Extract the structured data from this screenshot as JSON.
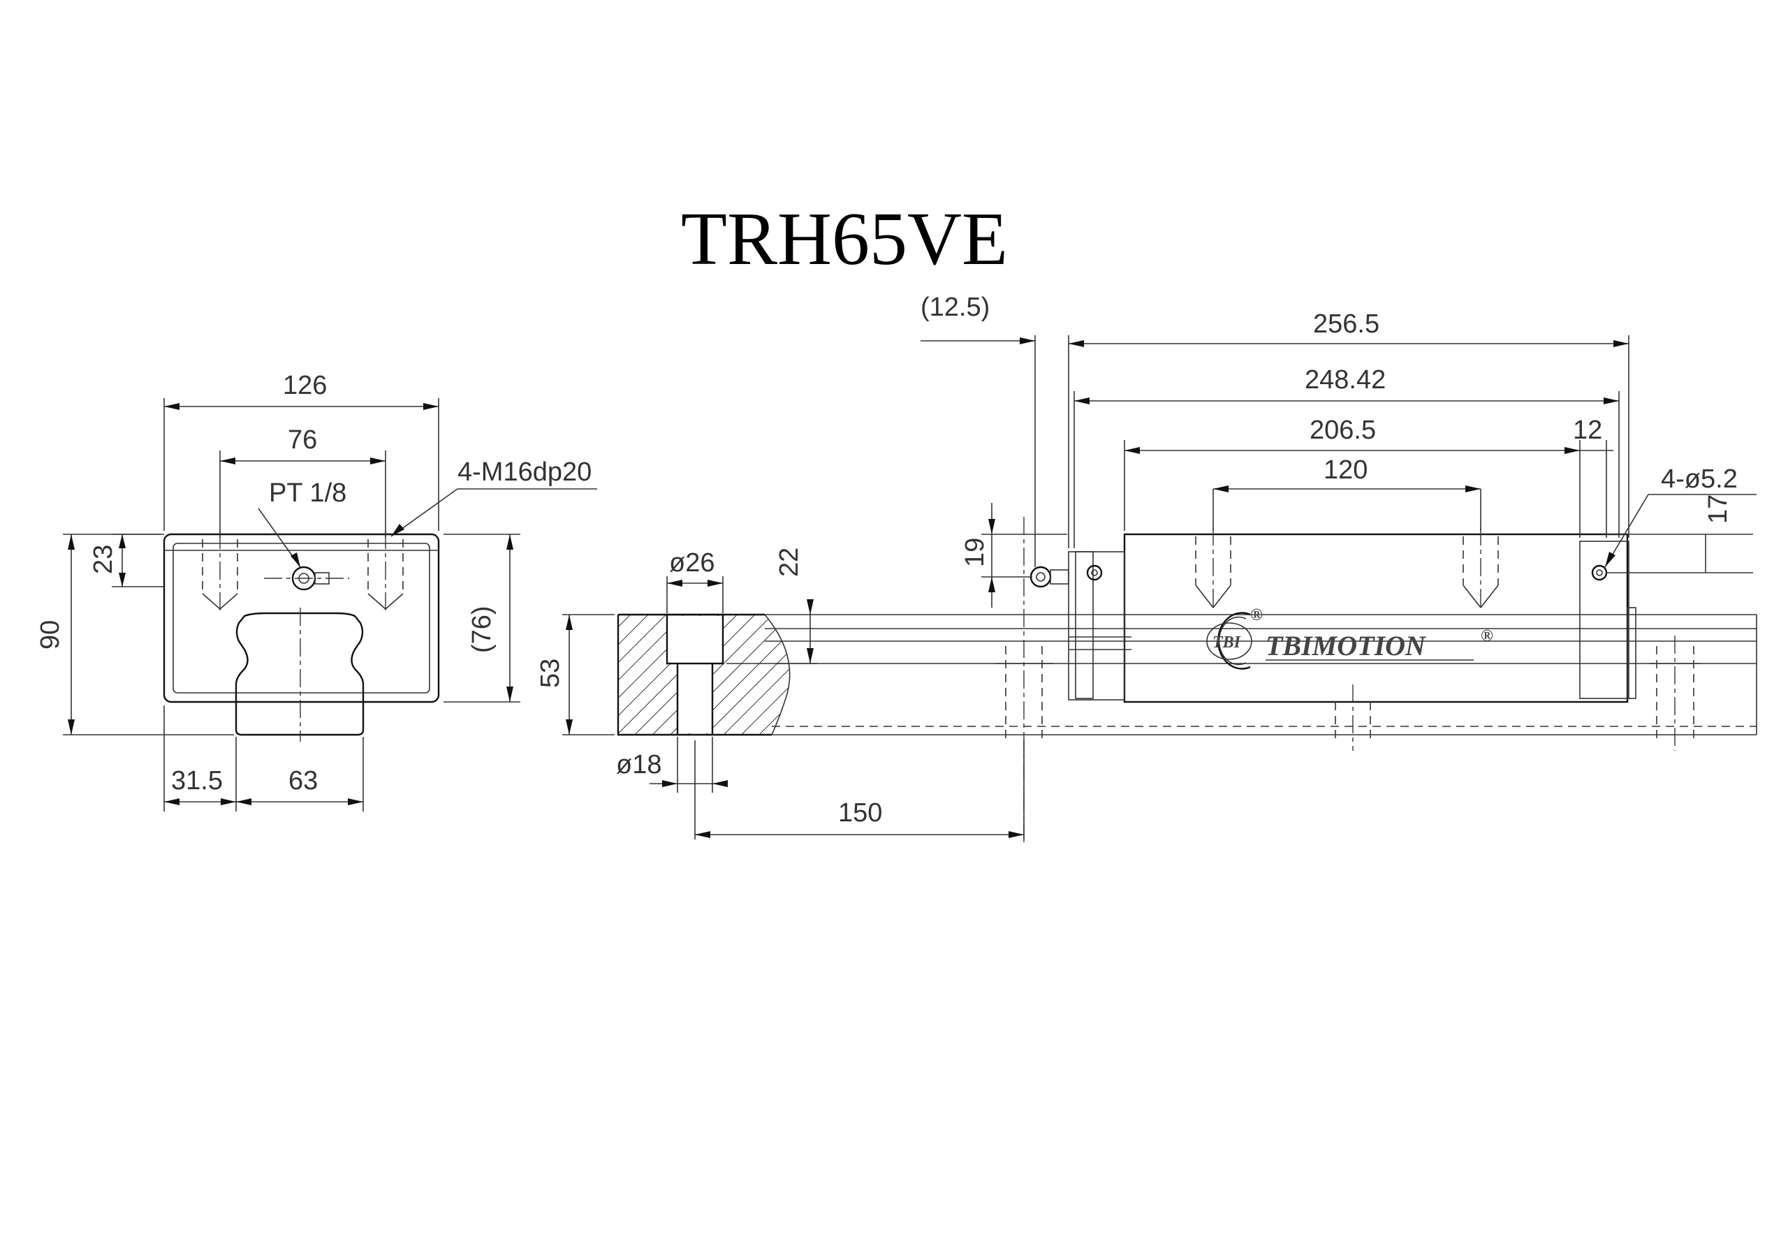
{
  "title": "TRH65VE",
  "logo": {
    "brand": "TBIMOTION",
    "mark": "TBI",
    "registered": "®"
  },
  "dimensions": {
    "front_width": "126",
    "front_bolt_span": "76",
    "lube_port": "PT 1/8",
    "mounting_thread": "4-M16dp20",
    "front_top_height": "23",
    "total_height": "90",
    "block_height": "(76)",
    "rail_offset": "31.5",
    "rail_width": "63",
    "end_cap_overhang": "(12.5)",
    "overall_length": "256.5",
    "body_length": "248.42",
    "steel_length": "206.5",
    "bolt_pitch_length": "120",
    "end_seal_offset": "12",
    "end_holes": "4-ø5.2",
    "end_hole_height": "17",
    "nipple_height": "19",
    "rail_height": "53",
    "counterbore_dia": "ø26",
    "counterbore_depth": "22",
    "hole_dia": "ø18",
    "rail_pitch": "150"
  }
}
